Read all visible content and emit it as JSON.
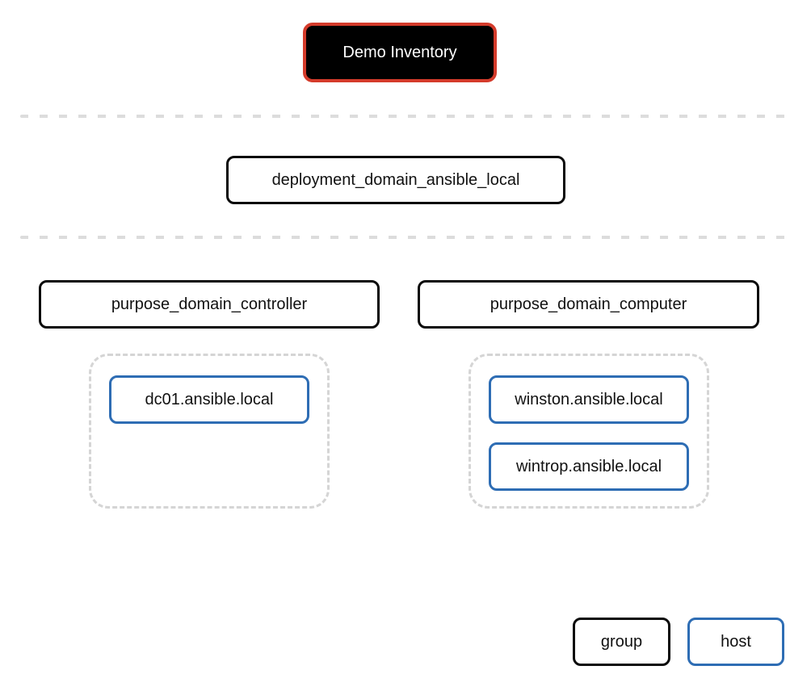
{
  "tree": {
    "root_label": "Demo Inventory",
    "deployment_group_label": "deployment_domain_ansible_local",
    "purpose_groups": [
      {
        "label": "purpose_domain_controller",
        "hosts": [
          {
            "label": "dc01.ansible.local"
          }
        ]
      },
      {
        "label": "purpose_domain_computer",
        "hosts": [
          {
            "label": "winston.ansible.local"
          },
          {
            "label": "wintrop.ansible.local"
          }
        ]
      }
    ]
  },
  "legend": {
    "group": "group",
    "host": "host"
  },
  "colors": {
    "root_border": "#d43b2b",
    "root_bg": "#000000",
    "root_text": "#ffffff",
    "group_border": "#0a0a0a",
    "host_border": "#2e6db4",
    "node_bg": "#ffffff",
    "node_text": "#111111",
    "divider": "#dcdcdc",
    "container_border": "#d5d5d5",
    "page_bg": "#ffffff"
  }
}
